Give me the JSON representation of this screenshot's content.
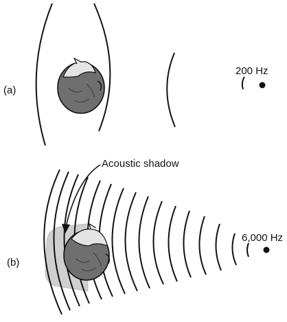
{
  "panel_a": {
    "label": "(a)",
    "frequency": "200 Hz"
  },
  "panel_b": {
    "label": "(b)",
    "frequency": "6,000 Hz",
    "annotation": "Acoustic shadow"
  },
  "colors": {
    "ink": "#111111",
    "head": "#6f6f6f",
    "shadow": "#cfcfcf",
    "face": "#e4e4e4"
  }
}
